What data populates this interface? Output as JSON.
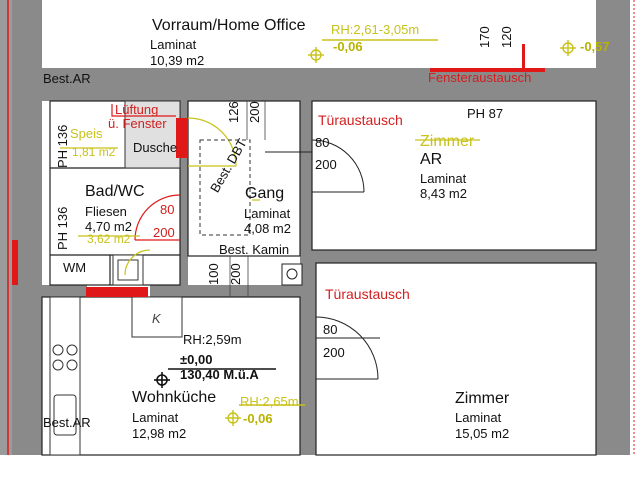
{
  "rooms": {
    "vorraum": {
      "name": "Vorraum/Home Office",
      "floor": "Laminat",
      "area": "10,39 m2"
    },
    "bad": {
      "name": "Bad/WC",
      "floor": "Fliesen",
      "area": "4,70 m2",
      "old_area": "3,62 m2"
    },
    "speis": {
      "name": "Speis",
      "old_area": "1,81 m2"
    },
    "dusche": "Dusche",
    "wm": "WM",
    "gang": {
      "name": "Gang",
      "floor": "Laminat",
      "area": "4,08 m2"
    },
    "ar": {
      "old_name": "Zimmer",
      "name": "AR",
      "floor": "Laminat",
      "area": "8,43 m2"
    },
    "kueche": {
      "name": "Wohnküche",
      "floor": "Laminat",
      "area": "12,98 m2"
    },
    "zimmer": {
      "name": "Zimmer",
      "floor": "Laminat",
      "area": "15,05 m2"
    }
  },
  "labels": {
    "best_ar_top": "Best.AR",
    "best_ar_bottom": "Best.AR",
    "lueftung_1": "Lüftung",
    "lueftung_2": "ü. Fenster",
    "fenstertausch": "Fensteraustausch",
    "tuer_ar": "Türaustausch",
    "tuer_zimmer": "Türaustausch",
    "ph87": "PH 87",
    "best_kamin": "Best. Kamin",
    "best_dbt": "Best. DBT",
    "kitchen_k": "K"
  },
  "levels": {
    "rh_top": "RH:2,61-3,05m",
    "val_top": "-0,06",
    "val_top_right": "-0,57",
    "rh_kitchen": "RH:2,59m",
    "zero": "±0,00",
    "mua": "130,40 M.ü.A",
    "rh_kitchen2": "RH:2,65m",
    "val_kitchen": "-0,06"
  },
  "dims": {
    "d126": "126",
    "d200a": "200",
    "d170": "170",
    "d120": "120",
    "ph136a": "PH 136",
    "ph136b": "PH 136",
    "d80a": "80",
    "d200b": "200",
    "d80b": "80",
    "d200c": "200",
    "d100": "100",
    "d200d": "200",
    "d80c": "80",
    "d200e": "200"
  },
  "colors": {
    "wall": "#808080",
    "red": "#e01818",
    "olive": "#c8c21a",
    "redtext": "#d21f1f"
  }
}
